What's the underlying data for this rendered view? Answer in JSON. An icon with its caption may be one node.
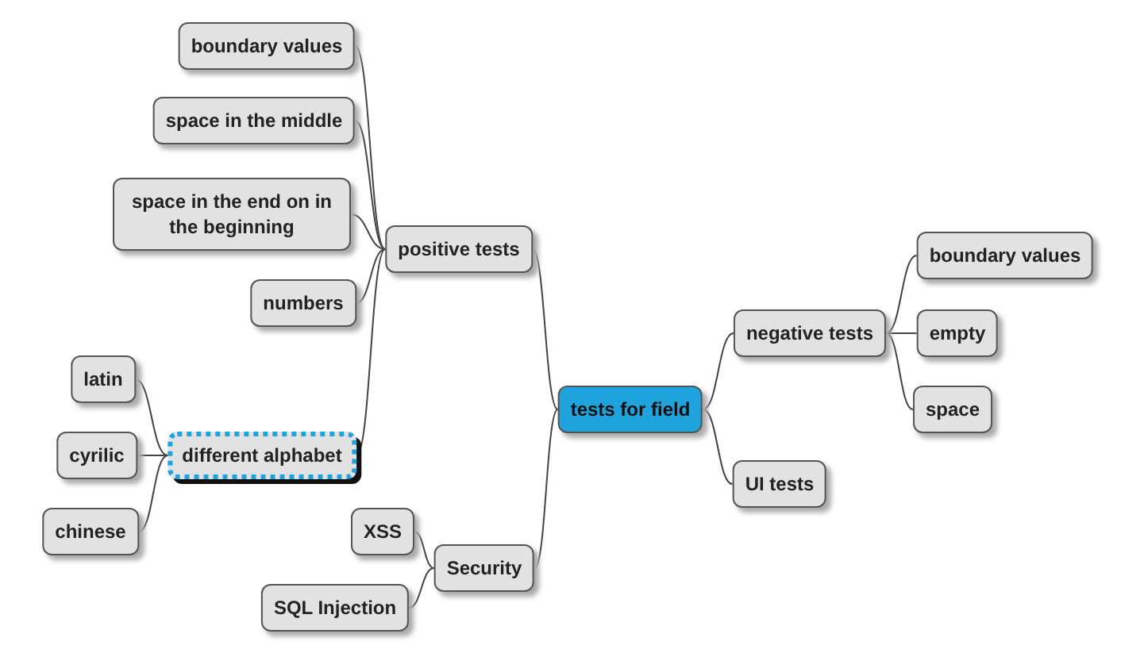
{
  "diagram": {
    "nodes": [
      {
        "text": [
          "tests for field"
        ]
      },
      {
        "text": [
          "positive tests"
        ]
      },
      {
        "text": [
          "boundary values"
        ]
      },
      {
        "text": [
          "space in the middle"
        ]
      },
      {
        "text": [
          "space in the end on in the beginning"
        ]
      },
      {
        "text": [
          "numbers"
        ]
      },
      {
        "text": [
          "different alphabet"
        ]
      },
      {
        "text": [
          "latin"
        ]
      },
      {
        "text": [
          "cyrilic"
        ]
      },
      {
        "text": [
          "chinese"
        ]
      },
      {
        "text": [
          "Security"
        ]
      },
      {
        "text": [
          "XSS"
        ]
      },
      {
        "text": [
          "SQL Injection"
        ]
      },
      {
        "text": [
          "negative tests"
        ]
      },
      {
        "text": [
          "boundary values"
        ]
      },
      {
        "text": [
          "empty"
        ]
      },
      {
        "text": [
          "space"
        ]
      },
      {
        "text": [
          "UI tests"
        ]
      }
    ],
    "edges": [
      {
        "from": 0,
        "to": 1,
        "arrow": "none"
      },
      {
        "from": 1,
        "to": 2,
        "arrow": "none"
      },
      {
        "from": 1,
        "to": 3,
        "arrow": "none"
      },
      {
        "from": 1,
        "to": 4,
        "arrow": "none"
      },
      {
        "from": 1,
        "to": 5,
        "arrow": "none"
      },
      {
        "from": 1,
        "to": 6,
        "arrow": "none"
      },
      {
        "from": 6,
        "to": 7,
        "arrow": "none"
      },
      {
        "from": 6,
        "to": 8,
        "arrow": "none"
      },
      {
        "from": 6,
        "to": 9,
        "arrow": "none"
      },
      {
        "from": 0,
        "to": 10,
        "arrow": "none"
      },
      {
        "from": 10,
        "to": 11,
        "arrow": "none"
      },
      {
        "from": 10,
        "to": 12,
        "arrow": "none"
      },
      {
        "from": 0,
        "to": 13,
        "arrow": "none"
      },
      {
        "from": 13,
        "to": 14,
        "arrow": "none"
      },
      {
        "from": 13,
        "to": 15,
        "arrow": "none"
      },
      {
        "from": 13,
        "to": 16,
        "arrow": "none"
      },
      {
        "from": 0,
        "to": 17,
        "arrow": "none"
      }
    ]
  }
}
